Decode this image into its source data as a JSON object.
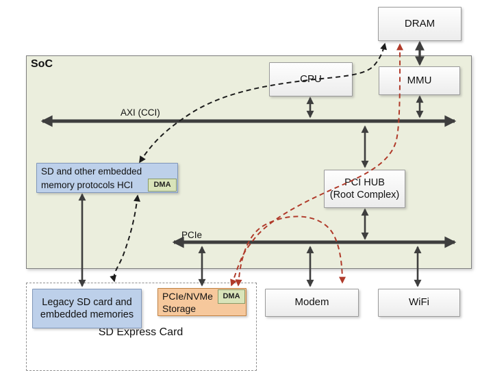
{
  "colors": {
    "soc-fill": "#ebeedd",
    "box-border": "#999999",
    "blue-fill": "#bdd0ea",
    "blue-border": "#8096b8",
    "orange-fill": "#f6c89c",
    "orange-border": "#bf8040",
    "dma-fill": "#d9e4ba",
    "dma-border": "#8a9a66",
    "bus-dark": "#3e3e3e",
    "dashed-black": "#1c1c1c",
    "dashed-red": "#b03a2a"
  },
  "soc": {
    "label": "SoC"
  },
  "nodes": {
    "dram": {
      "label": "DRAM"
    },
    "cpu": {
      "label": "CPU"
    },
    "mmu": {
      "label": "MMU"
    },
    "pci_hub": {
      "label": "PCI HUB\n(Root Complex)"
    },
    "hci": {
      "label": "SD and other embedded\nmemory protocols HCI",
      "dma": "DMA"
    },
    "legacy": {
      "label": "Legacy SD card and\nembedded memories"
    },
    "storage": {
      "label": "PCIe/NVMe\nStorage",
      "dma": "DMA"
    },
    "modem": {
      "label": "Modem"
    },
    "wifi": {
      "label": "WiFi"
    },
    "sd_express": {
      "label": "SD Express Card"
    }
  },
  "buses": {
    "axi": {
      "label": "AXI (CCI)"
    },
    "pcie": {
      "label": "PCIe"
    }
  }
}
